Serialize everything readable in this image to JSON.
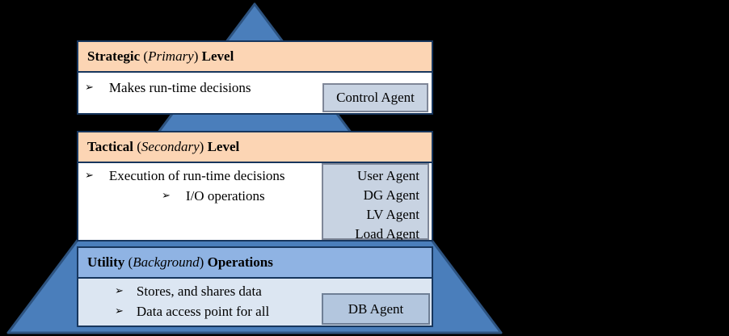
{
  "glyphs": {
    "bullet": "➢"
  },
  "colors": {
    "background": "#000000",
    "pyramid_fill": "#4a7ebb",
    "pyramid_border": "#2d5380",
    "level_header_peach": "#fcd5b4",
    "level_border_navy": "#17365d",
    "level_body_white": "#ffffff",
    "utility_header_blue": "#8fb3e3",
    "utility_body_blue": "#dce6f2",
    "agent_box_fill": "#c8d3e2",
    "db_agent_fill": "#b3c6de"
  },
  "levels": [
    {
      "id": "strategic",
      "title": {
        "lead": "Strategic",
        "open": " (",
        "qualifier": "Primary",
        "close": ") ",
        "tail": "Level"
      },
      "bullets": [
        {
          "text": "Makes run-time decisions"
        }
      ],
      "agents": [
        "Control Agent"
      ]
    },
    {
      "id": "tactical",
      "title": {
        "lead": "Tactical",
        "open": " (",
        "qualifier": "Secondary",
        "close": ") ",
        "tail": "Level"
      },
      "bullets": [
        {
          "text": "Execution of run-time decisions"
        },
        {
          "text": "I/O operations"
        }
      ],
      "agents": [
        "User Agent",
        "DG Agent",
        "LV Agent",
        "Load Agent"
      ]
    },
    {
      "id": "utility",
      "title": {
        "lead": "Utility",
        "open": " (",
        "qualifier": "Background",
        "close": ") ",
        "tail": "Operations"
      },
      "bullets": [
        {
          "text": "Stores, and shares data"
        },
        {
          "text": "Data access point for all"
        }
      ],
      "agents": [
        "DB Agent"
      ]
    }
  ]
}
